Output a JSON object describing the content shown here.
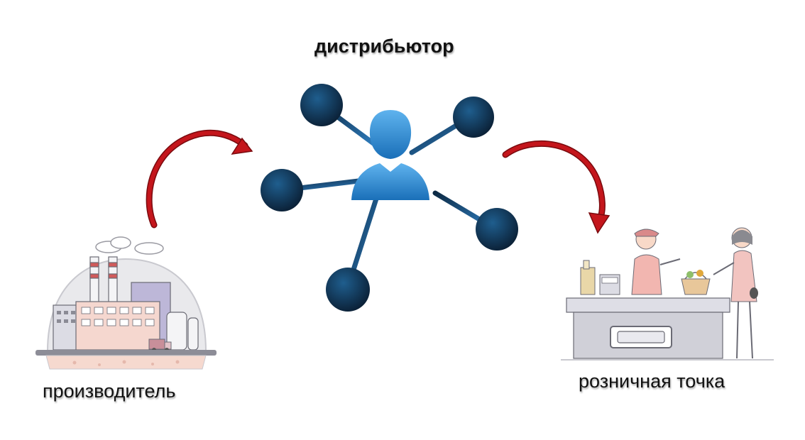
{
  "nodes": {
    "distributor": {
      "label": "дистрибьютор",
      "icon": "network-person-icon"
    },
    "producer": {
      "label": "производитель",
      "icon": "factory-icon"
    },
    "retail": {
      "label": "розничная точка",
      "icon": "shop-counter-icon"
    }
  },
  "edges": [
    {
      "from": "producer",
      "to": "distributor",
      "color": "#c4161c"
    },
    {
      "from": "distributor",
      "to": "retail",
      "color": "#c4161c"
    }
  ],
  "colors": {
    "network_dark": "#0d2a44",
    "network_light": "#2f8fd8",
    "arrow": "#c4161c"
  }
}
